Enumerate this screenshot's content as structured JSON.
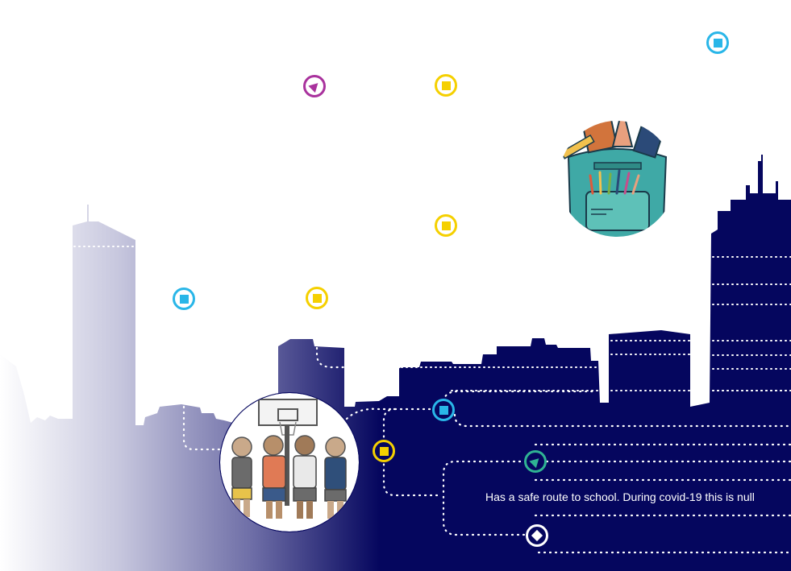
{
  "colors": {
    "navy": "#05065e",
    "skyline_fade": "#9a9ac8",
    "cyan": "#29b6e8",
    "yellow": "#f5d000",
    "purple": "#a9329d",
    "teal": "#2fb393",
    "white": "#ffffff"
  },
  "markers": [
    {
      "name": "marker-cyan-top-right",
      "icon": "square-icon",
      "color": "#29b6e8"
    },
    {
      "name": "marker-purple-top",
      "icon": "triangle-icon",
      "color": "#a9329d"
    },
    {
      "name": "marker-yellow-top",
      "icon": "square-icon",
      "color": "#f5d000"
    },
    {
      "name": "marker-yellow-mid",
      "icon": "square-icon",
      "color": "#f5d000"
    },
    {
      "name": "marker-cyan-left",
      "icon": "square-icon",
      "color": "#29b6e8"
    },
    {
      "name": "marker-yellow-left",
      "icon": "square-icon",
      "color": "#f5d000"
    },
    {
      "name": "marker-cyan-route",
      "icon": "square-icon",
      "color": "#29b6e8"
    },
    {
      "name": "marker-yellow-route",
      "icon": "square-icon",
      "color": "#f5d000"
    },
    {
      "name": "marker-teal-route",
      "icon": "triangle-icon",
      "color": "#2fb393"
    },
    {
      "name": "marker-white-route",
      "icon": "diamond-icon",
      "color": "#ffffff"
    }
  ],
  "illustrations": {
    "backpack": "backpack-icon",
    "basketball": "basketball-friends-icon"
  },
  "caption": {
    "text": "Has a safe route to school.  During covid-19 this is null"
  }
}
